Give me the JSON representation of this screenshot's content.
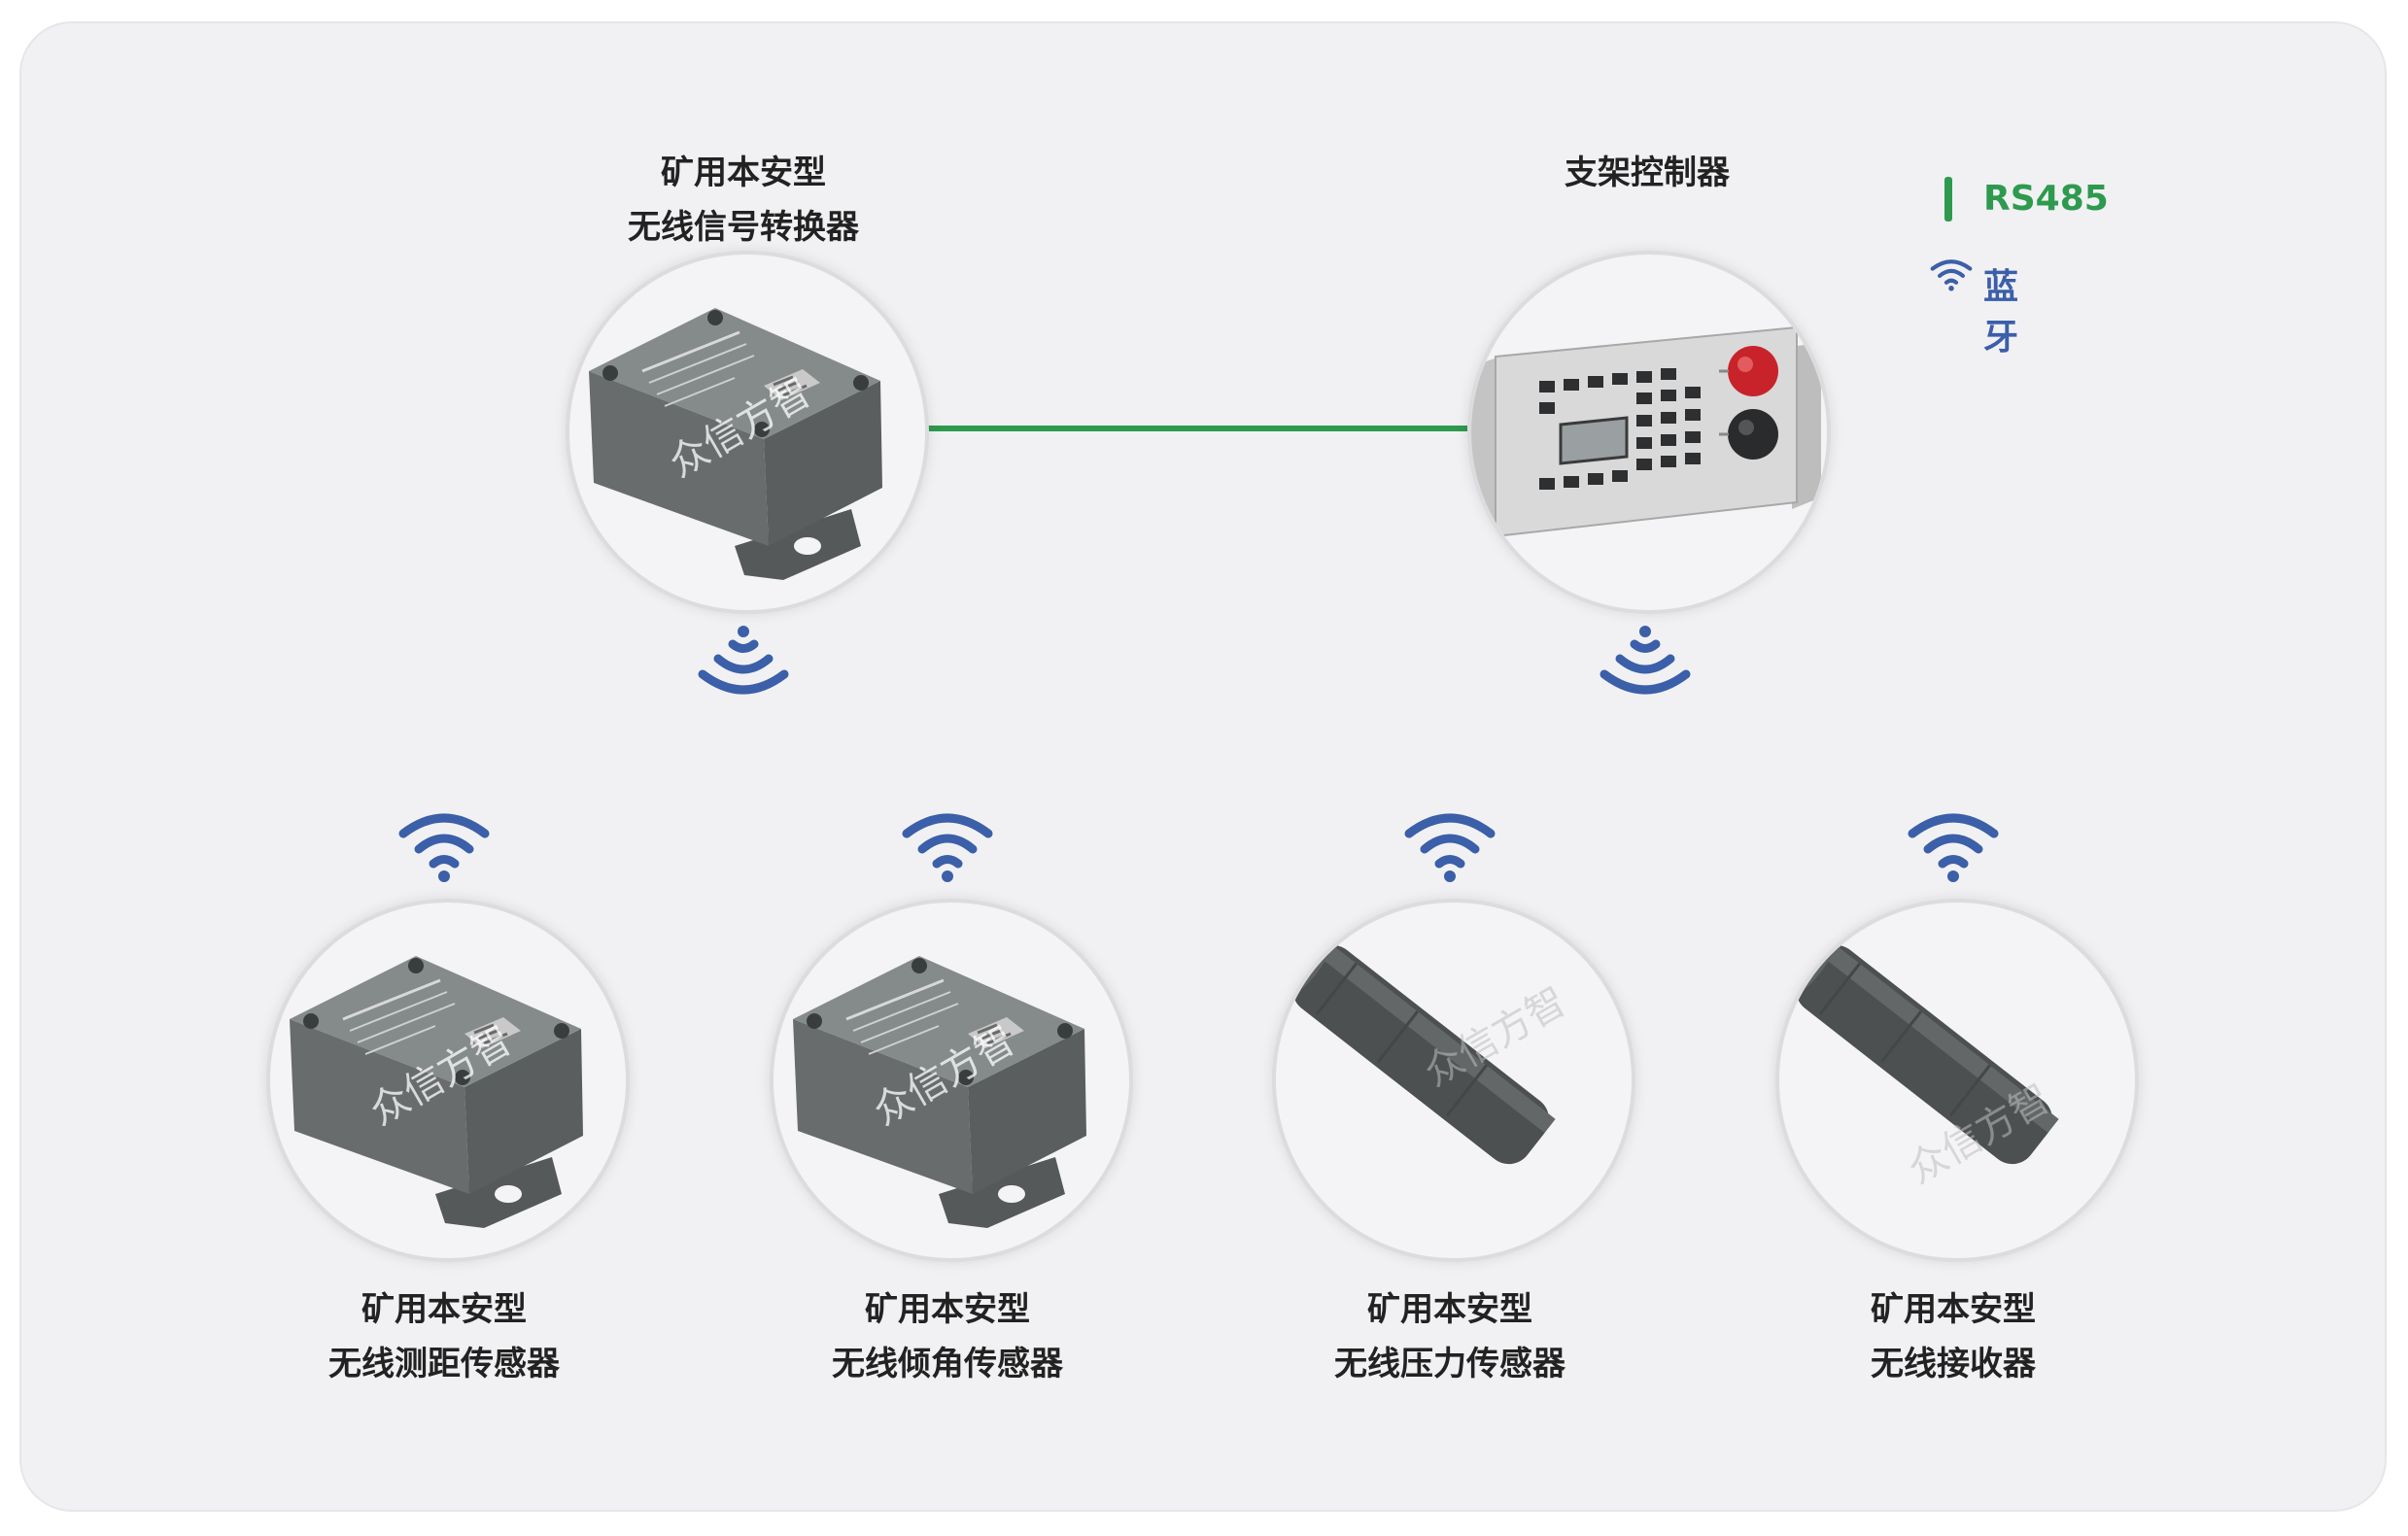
{
  "colors": {
    "rs485": "#2e9a4e",
    "bluetooth": "#3b5fa8",
    "panel": "#f1f1f4",
    "label": "#222222"
  },
  "legend": {
    "rs485": "RS485",
    "bluetooth": "蓝牙"
  },
  "watermark": "众信方智",
  "devices": {
    "converter": {
      "line1": "矿用本安型",
      "line2": "无线信号转换器",
      "icon": "signal-converter-box"
    },
    "controller": {
      "line1": "支架控制器",
      "icon": "support-controller-unit"
    },
    "distance": {
      "line1": "矿用本安型",
      "line2": "无线测距传感器",
      "icon": "distance-sensor-box"
    },
    "tilt": {
      "line1": "矿用本安型",
      "line2": "无线倾角传感器",
      "icon": "tilt-sensor-box"
    },
    "pressure": {
      "line1": "矿用本安型",
      "line2": "无线压力传感器",
      "icon": "pressure-sensor-cylinder"
    },
    "receiver": {
      "line1": "矿用本安型",
      "line2": "无线接收器",
      "icon": "receiver-cylinder"
    }
  }
}
